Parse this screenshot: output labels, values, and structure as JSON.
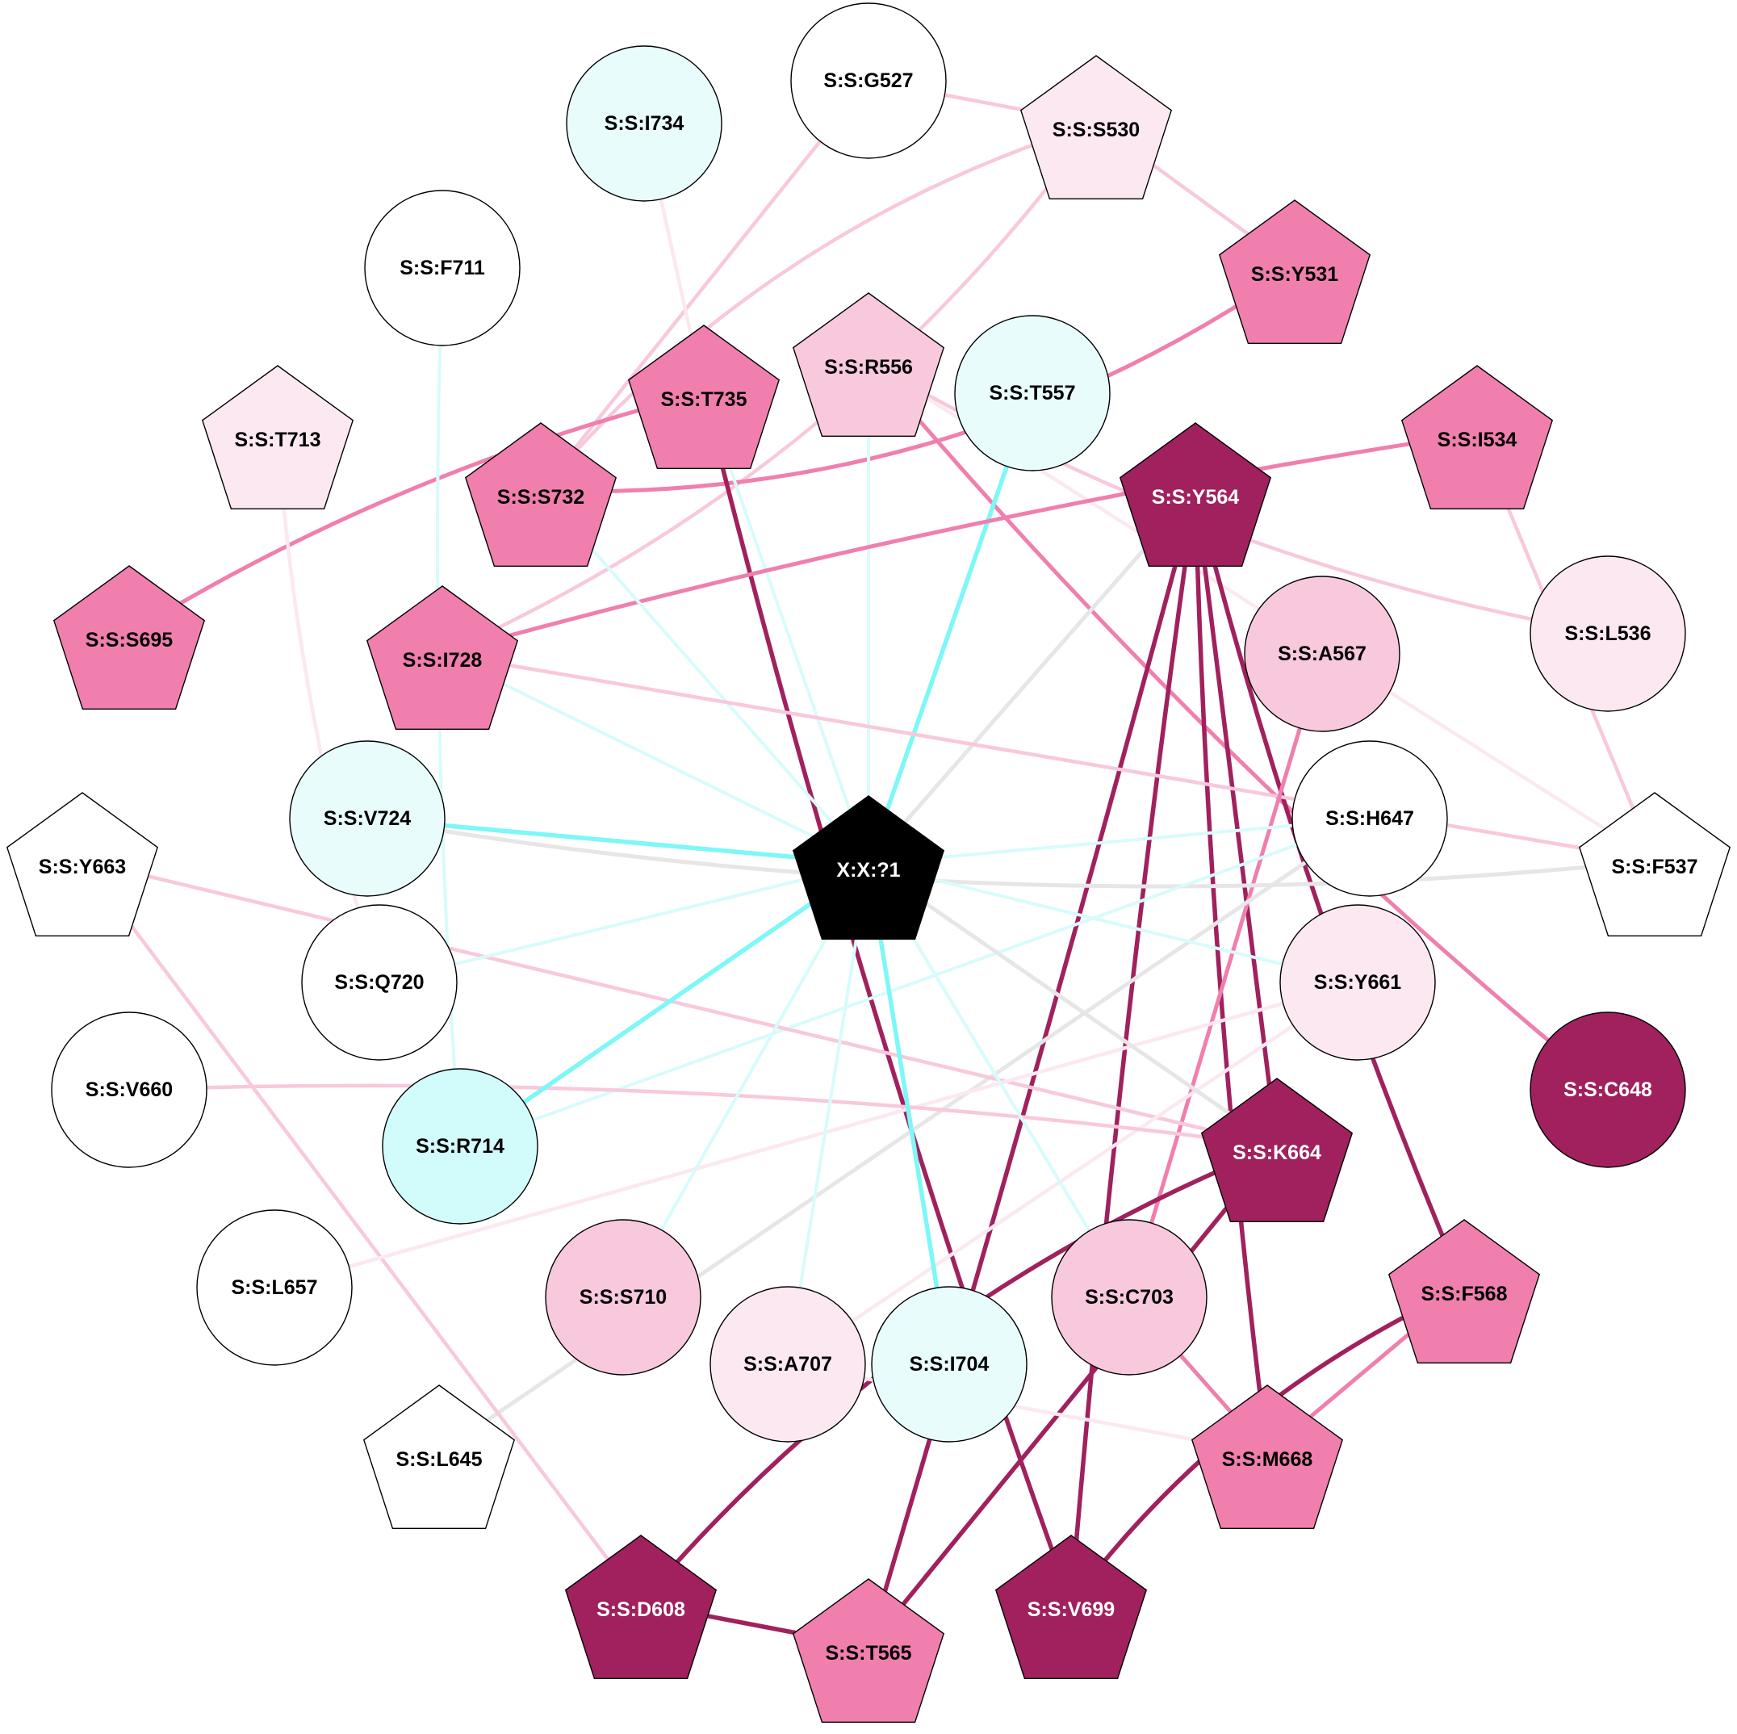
{
  "graph": {
    "palette": {
      "white": "#ffffff",
      "light_pink": "#fce8f0",
      "pink": "#f8c8dc",
      "hot_pink": "#f07fae",
      "dark_magenta": "#a0215d",
      "black": "#000000",
      "light_cyan": "#e8fcfc",
      "cyan": "#d2fcfc",
      "gray_edge": "#e6e6e6",
      "cyan_edge": "#7ef7f7",
      "light_cyan_edge": "#d8fbfb"
    },
    "nodes": [
      {
        "id": "X:X:?1",
        "shape": "pentagon",
        "fill": "black",
        "text": "white"
      },
      {
        "id": "S:S:G527",
        "shape": "circle",
        "fill": "white",
        "text": "black"
      },
      {
        "id": "S:S:S530",
        "shape": "pentagon",
        "fill": "light_pink",
        "text": "black"
      },
      {
        "id": "S:S:I734",
        "shape": "circle",
        "fill": "light_cyan",
        "text": "black"
      },
      {
        "id": "S:S:F711",
        "shape": "circle",
        "fill": "white",
        "text": "black"
      },
      {
        "id": "S:S:Y531",
        "shape": "pentagon",
        "fill": "hot_pink",
        "text": "black"
      },
      {
        "id": "S:S:T735",
        "shape": "pentagon",
        "fill": "hot_pink",
        "text": "black"
      },
      {
        "id": "S:S:R556",
        "shape": "pentagon",
        "fill": "pink",
        "text": "black"
      },
      {
        "id": "S:S:T557",
        "shape": "circle",
        "fill": "light_cyan",
        "text": "black"
      },
      {
        "id": "S:S:T713",
        "shape": "pentagon",
        "fill": "light_pink",
        "text": "black"
      },
      {
        "id": "S:S:I534",
        "shape": "pentagon",
        "fill": "hot_pink",
        "text": "black"
      },
      {
        "id": "S:S:S732",
        "shape": "pentagon",
        "fill": "hot_pink",
        "text": "black"
      },
      {
        "id": "S:S:Y564",
        "shape": "pentagon",
        "fill": "dark_magenta",
        "text": "white"
      },
      {
        "id": "S:S:S695",
        "shape": "pentagon",
        "fill": "hot_pink",
        "text": "black"
      },
      {
        "id": "S:S:I728",
        "shape": "pentagon",
        "fill": "hot_pink",
        "text": "black"
      },
      {
        "id": "S:S:A567",
        "shape": "circle",
        "fill": "pink",
        "text": "black"
      },
      {
        "id": "S:S:L536",
        "shape": "circle",
        "fill": "light_pink",
        "text": "black"
      },
      {
        "id": "S:S:V724",
        "shape": "circle",
        "fill": "light_cyan",
        "text": "black"
      },
      {
        "id": "S:S:H647",
        "shape": "circle",
        "fill": "white",
        "text": "black"
      },
      {
        "id": "S:S:Y663",
        "shape": "pentagon",
        "fill": "white",
        "text": "black"
      },
      {
        "id": "S:S:F537",
        "shape": "pentagon",
        "fill": "white",
        "text": "black"
      },
      {
        "id": "S:S:Q720",
        "shape": "circle",
        "fill": "white",
        "text": "black"
      },
      {
        "id": "S:S:Y661",
        "shape": "circle",
        "fill": "light_pink",
        "text": "black"
      },
      {
        "id": "S:S:V660",
        "shape": "circle",
        "fill": "white",
        "text": "black"
      },
      {
        "id": "S:S:C648",
        "shape": "circle",
        "fill": "dark_magenta",
        "text": "white"
      },
      {
        "id": "S:S:R714",
        "shape": "circle",
        "fill": "cyan",
        "text": "black"
      },
      {
        "id": "S:S:K664",
        "shape": "pentagon",
        "fill": "dark_magenta",
        "text": "white"
      },
      {
        "id": "S:S:L657",
        "shape": "circle",
        "fill": "white",
        "text": "black"
      },
      {
        "id": "S:S:S710",
        "shape": "circle",
        "fill": "pink",
        "text": "black"
      },
      {
        "id": "S:S:C703",
        "shape": "circle",
        "fill": "pink",
        "text": "black"
      },
      {
        "id": "S:S:F568",
        "shape": "pentagon",
        "fill": "hot_pink",
        "text": "black"
      },
      {
        "id": "S:S:A707",
        "shape": "circle",
        "fill": "light_pink",
        "text": "black"
      },
      {
        "id": "S:S:I704",
        "shape": "circle",
        "fill": "light_cyan",
        "text": "black"
      },
      {
        "id": "S:S:L645",
        "shape": "pentagon",
        "fill": "white",
        "text": "black"
      },
      {
        "id": "S:S:M668",
        "shape": "pentagon",
        "fill": "hot_pink",
        "text": "black"
      },
      {
        "id": "S:S:D608",
        "shape": "pentagon",
        "fill": "dark_magenta",
        "text": "white"
      },
      {
        "id": "S:S:T565",
        "shape": "pentagon",
        "fill": "hot_pink",
        "text": "black"
      },
      {
        "id": "S:S:V699",
        "shape": "pentagon",
        "fill": "dark_magenta",
        "text": "white"
      }
    ],
    "edges": [
      {
        "from": "S:S:G527",
        "to": "S:S:S530",
        "color": "pink"
      },
      {
        "from": "S:S:G527",
        "to": "S:S:S732",
        "color": "pink"
      },
      {
        "from": "S:S:S530",
        "to": "S:S:Y531",
        "color": "pink"
      },
      {
        "from": "S:S:S530",
        "to": "S:S:S732",
        "color": "pink"
      },
      {
        "from": "S:S:S530",
        "to": "S:S:I728",
        "color": "pink"
      },
      {
        "from": "S:S:I734",
        "to": "S:S:T735",
        "color": "light_pink"
      },
      {
        "from": "S:S:Y531",
        "to": "S:S:S732",
        "color": "hot_pink"
      },
      {
        "from": "S:S:T735",
        "to": "S:S:S695",
        "color": "hot_pink"
      },
      {
        "from": "S:S:T735",
        "to": "S:S:V699",
        "color": "dark_magenta"
      },
      {
        "from": "S:S:T735",
        "to": "X:X:?1",
        "color": "light_cyan_edge"
      },
      {
        "from": "S:S:R556",
        "to": "S:S:C648",
        "color": "hot_pink"
      },
      {
        "from": "S:S:R556",
        "to": "S:S:L536",
        "color": "pink"
      },
      {
        "from": "S:S:R556",
        "to": "S:S:F537",
        "color": "light_pink"
      },
      {
        "from": "S:S:R556",
        "to": "X:X:?1",
        "color": "light_cyan_edge"
      },
      {
        "from": "S:S:T557",
        "to": "X:X:?1",
        "color": "cyan_edge"
      },
      {
        "from": "S:S:I534",
        "to": "S:S:I728",
        "color": "hot_pink"
      },
      {
        "from": "S:S:I534",
        "to": "S:S:F537",
        "color": "pink"
      },
      {
        "from": "S:S:S732",
        "to": "X:X:?1",
        "color": "light_cyan_edge"
      },
      {
        "from": "S:S:T713",
        "to": "S:S:Q720",
        "color": "light_pink"
      },
      {
        "from": "S:S:F711",
        "to": "S:S:R714",
        "color": "light_cyan_edge"
      },
      {
        "from": "S:S:Y564",
        "to": "S:S:K664",
        "color": "dark_magenta"
      },
      {
        "from": "S:S:Y564",
        "to": "S:S:F568",
        "color": "dark_magenta"
      },
      {
        "from": "S:S:Y564",
        "to": "S:S:M668",
        "color": "dark_magenta"
      },
      {
        "from": "S:S:Y564",
        "to": "S:S:V699",
        "color": "dark_magenta"
      },
      {
        "from": "S:S:Y564",
        "to": "S:S:T565",
        "color": "dark_magenta"
      },
      {
        "from": "S:S:Y564",
        "to": "X:X:?1",
        "color": "gray_edge"
      },
      {
        "from": "S:S:I728",
        "to": "S:S:F537",
        "color": "pink"
      },
      {
        "from": "S:S:I728",
        "to": "X:X:?1",
        "color": "light_cyan_edge"
      },
      {
        "from": "S:S:A567",
        "to": "S:S:C703",
        "color": "hot_pink"
      },
      {
        "from": "S:S:V724",
        "to": "X:X:?1",
        "color": "cyan_edge"
      },
      {
        "from": "S:S:V724",
        "to": "S:S:F537",
        "color": "gray_edge"
      },
      {
        "from": "S:S:H647",
        "to": "X:X:?1",
        "color": "light_cyan_edge"
      },
      {
        "from": "S:S:H647",
        "to": "S:S:L645",
        "color": "gray_edge"
      },
      {
        "from": "S:S:H647",
        "to": "S:S:R714",
        "color": "light_cyan_edge"
      },
      {
        "from": "S:S:Y663",
        "to": "S:S:K664",
        "color": "pink"
      },
      {
        "from": "S:S:Y663",
        "to": "S:S:D608",
        "color": "pink"
      },
      {
        "from": "S:S:Q720",
        "to": "X:X:?1",
        "color": "light_cyan_edge"
      },
      {
        "from": "S:S:Y661",
        "to": "X:X:?1",
        "color": "light_cyan_edge"
      },
      {
        "from": "S:S:Y661",
        "to": "S:S:L657",
        "color": "light_pink"
      },
      {
        "from": "S:S:Y661",
        "to": "S:S:A707",
        "color": "light_pink"
      },
      {
        "from": "S:S:V660",
        "to": "S:S:K664",
        "color": "pink"
      },
      {
        "from": "S:S:R714",
        "to": "X:X:?1",
        "color": "cyan_edge"
      },
      {
        "from": "S:S:K664",
        "to": "S:S:D608",
        "color": "dark_magenta"
      },
      {
        "from": "S:S:K664",
        "to": "S:S:T565",
        "color": "dark_magenta"
      },
      {
        "from": "S:S:K664",
        "to": "X:X:?1",
        "color": "gray_edge"
      },
      {
        "from": "S:S:S710",
        "to": "X:X:?1",
        "color": "light_cyan_edge"
      },
      {
        "from": "S:S:A707",
        "to": "X:X:?1",
        "color": "light_cyan_edge"
      },
      {
        "from": "S:S:I704",
        "to": "X:X:?1",
        "color": "cyan_edge"
      },
      {
        "from": "S:S:C703",
        "to": "X:X:?1",
        "color": "light_cyan_edge"
      },
      {
        "from": "S:S:C703",
        "to": "S:S:M668",
        "color": "hot_pink"
      },
      {
        "from": "S:S:A707",
        "to": "S:S:M668",
        "color": "light_pink"
      },
      {
        "from": "S:S:F568",
        "to": "S:S:M668",
        "color": "hot_pink"
      },
      {
        "from": "S:S:F568",
        "to": "S:S:V699",
        "color": "dark_magenta"
      },
      {
        "from": "S:S:D608",
        "to": "S:S:T565",
        "color": "dark_magenta"
      }
    ]
  }
}
